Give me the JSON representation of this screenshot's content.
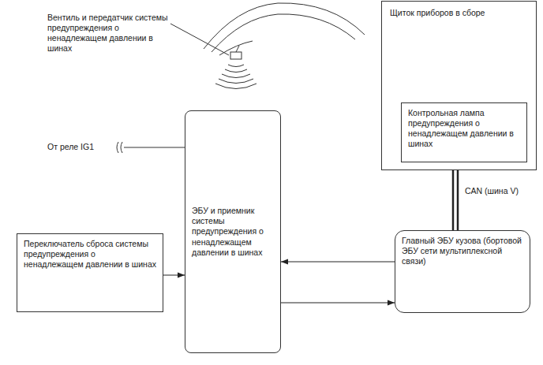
{
  "diagram": {
    "nodes": [
      {
        "text": [
          "Щиток приборов в сборе"
        ]
      },
      {
        "text": [
          "Контрольная лампа предупреждения о ненадлежащем давлении в шинах"
        ],
        "in": 0
      },
      {
        "text": [
          "ЭБУ и приемник системы предупреждения о ненадлежащем давлении в шинах"
        ]
      },
      {
        "text": [
          "Переключатель сброса системы предупреждения о ненадлежащем давлении в шинах"
        ]
      },
      {
        "text": [
          "Главный ЭБУ кузова (бортовой ЭБУ сети мультиплексной связи)"
        ]
      }
    ],
    "edges": [
      {
        "from": 3,
        "to": 2,
        "arrow": "to"
      },
      {
        "from": 4,
        "to": 2,
        "arrow": "to"
      },
      {
        "from": 2,
        "to": 4,
        "arrow": "to"
      },
      {
        "from": 0,
        "to": 4,
        "arrow": "none",
        "label": "CAN (шина V)"
      }
    ],
    "labels": [
      "Вентиль и передатчик системы предупреждения о ненадлежащем давлении в шинах",
      "От реле IG1"
    ]
  }
}
